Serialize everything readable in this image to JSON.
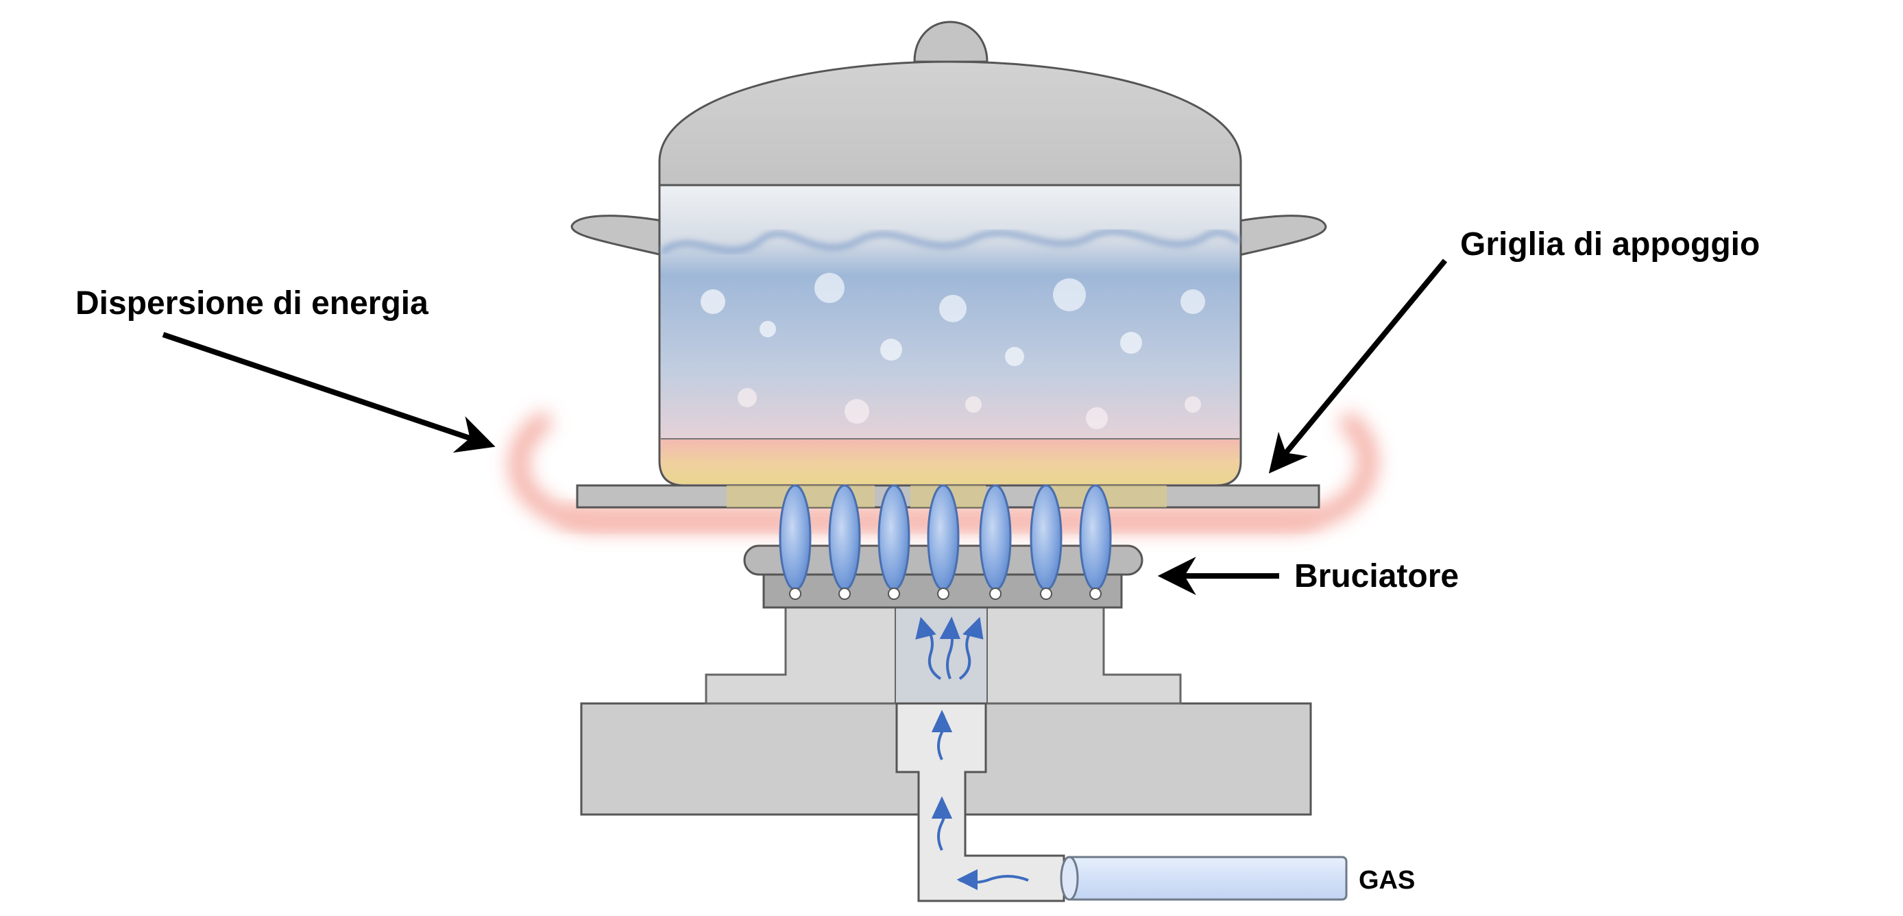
{
  "labels": {
    "dispersione": "Dispersione di energia",
    "griglia": "Griglia di appoggio",
    "bruciatore": "Bruciatore",
    "gas": "GAS"
  },
  "colors": {
    "metal": "#c9c9c9",
    "metal_dark": "#b3b3b3",
    "outline": "#555555",
    "flame": "#6f98d8",
    "flame_light": "#bcd1f0",
    "heat_glow": "#f29a8e",
    "pipe": "#d6e4fa",
    "arrow_blue": "#3d6cc0",
    "label_arrow": "#000000"
  },
  "icons": [
    "pot-icon",
    "flame-icon",
    "gas-flow-arrow-icon",
    "heat-glow-icon"
  ]
}
